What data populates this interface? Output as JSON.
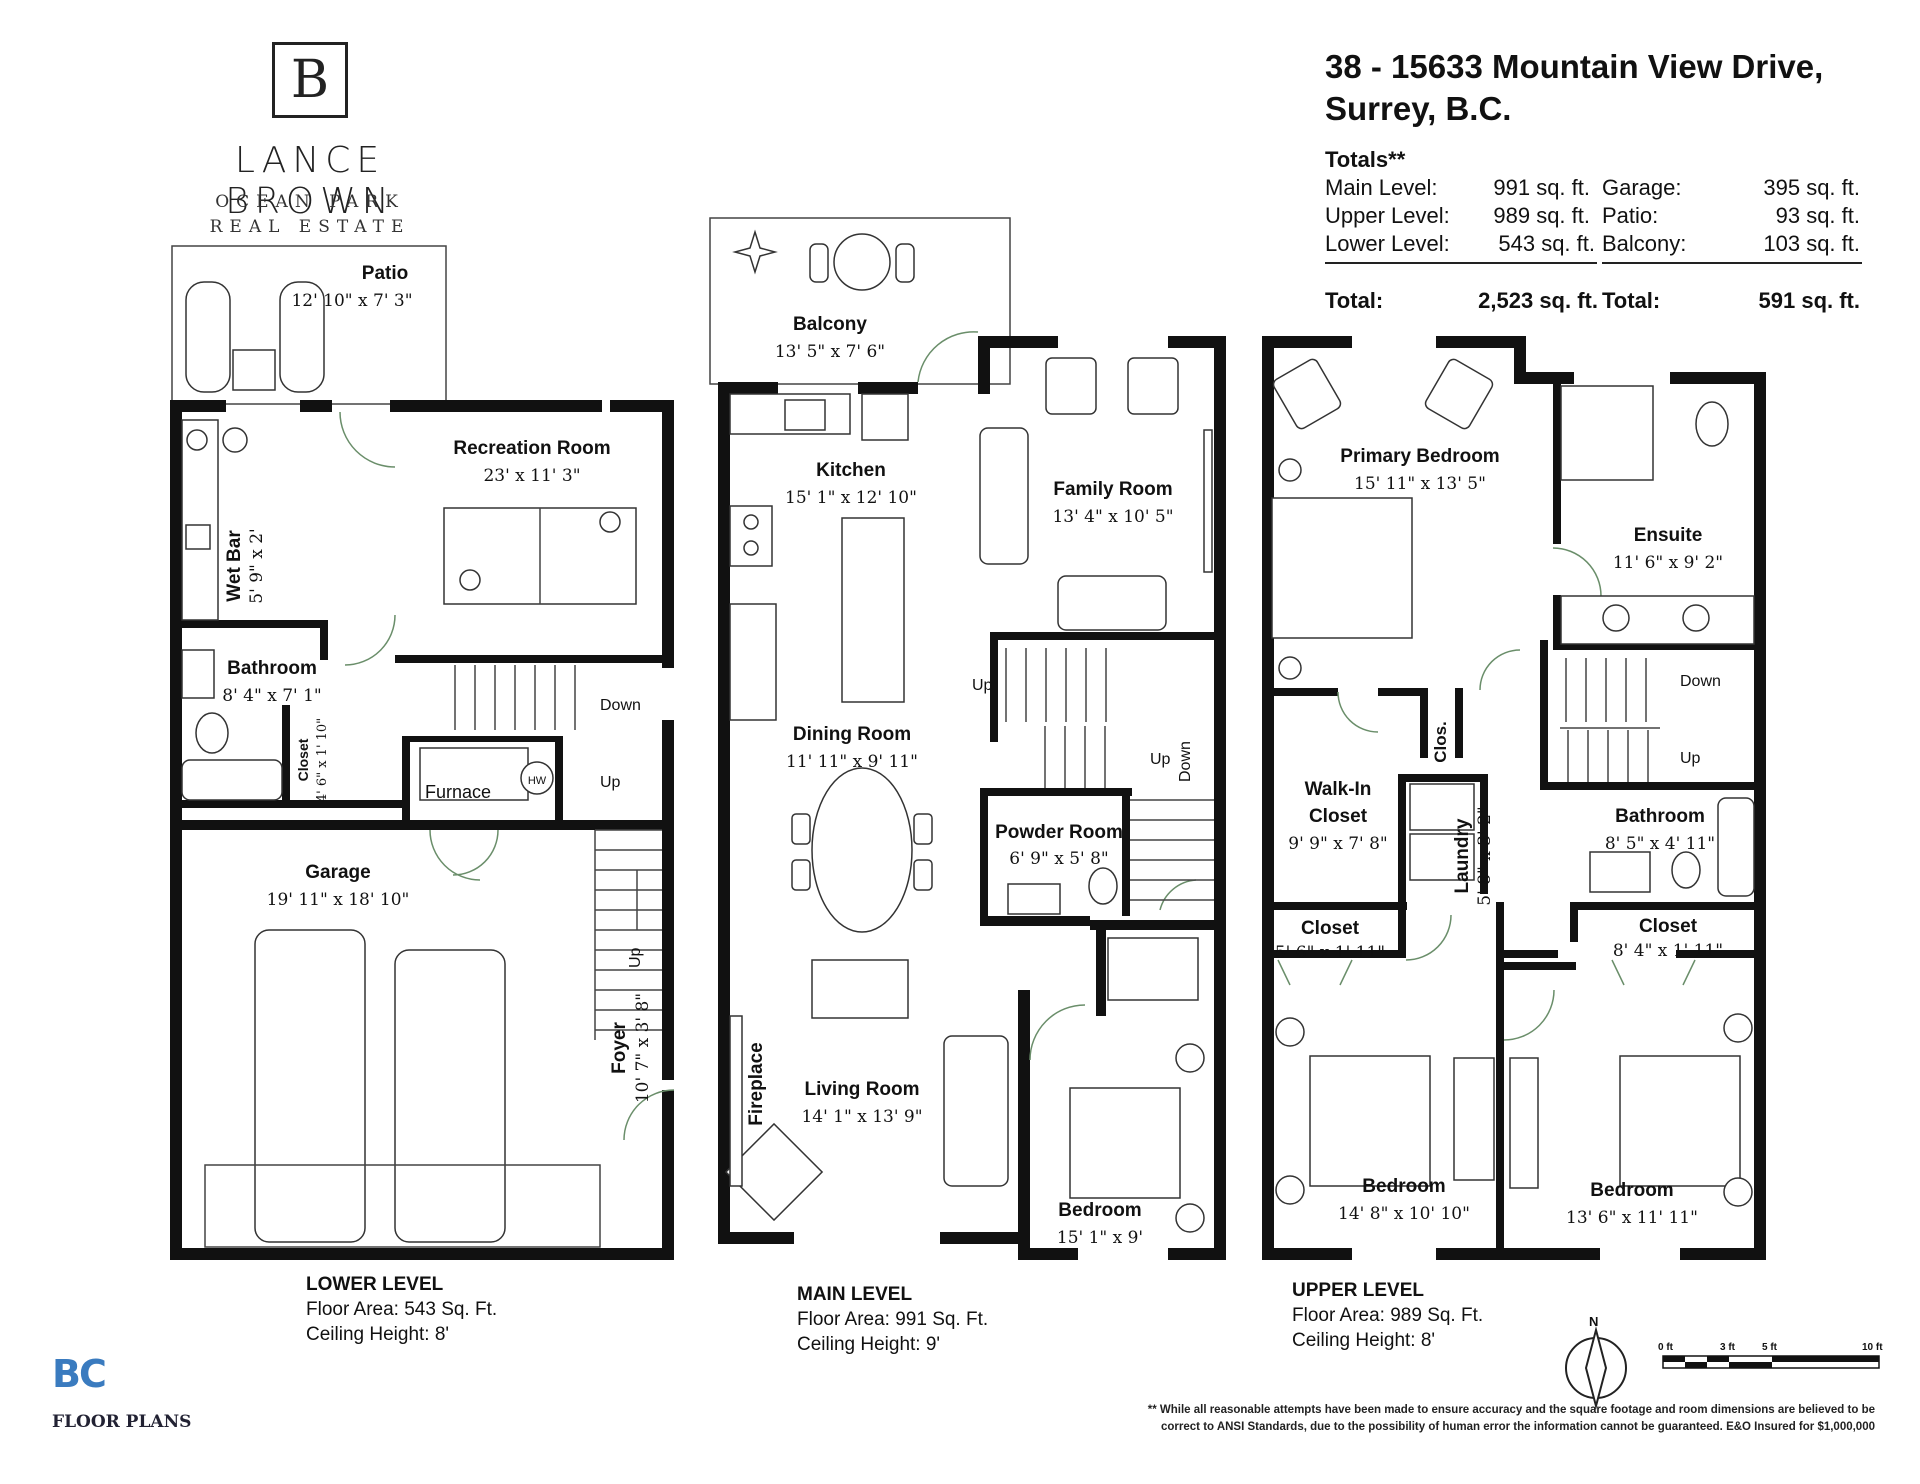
{
  "branding": {
    "logo_letter": "B",
    "name": "LANCE BROWN",
    "sub_line1": "OCEAN PARK",
    "sub_line2": "REAL ESTATE"
  },
  "address": {
    "line1": "38 - 15633 Mountain View Drive,",
    "line2": "Surrey, B.C."
  },
  "totals": {
    "heading": "Totals**",
    "living": [
      {
        "label": "Main Level:",
        "value": "991 sq. ft."
      },
      {
        "label": "Upper Level:",
        "value": "989 sq. ft."
      },
      {
        "label": "Lower Level:",
        "value": "543 sq. ft."
      }
    ],
    "living_total_label": "Total:",
    "living_total_value": "2,523 sq. ft.",
    "other": [
      {
        "label": "Garage:",
        "value": "395 sq. ft."
      },
      {
        "label": "Patio:",
        "value": "93 sq. ft."
      },
      {
        "label": "Balcony:",
        "value": "103 sq. ft."
      }
    ],
    "other_total_label": "Total:",
    "other_total_value": "591 sq. ft."
  },
  "rooms": {
    "patio": {
      "name": "Patio",
      "dim": "12' 10\" x 7' 3\""
    },
    "recreation": {
      "name": "Recreation Room",
      "dim": "23' x 11' 3\""
    },
    "wetbar": {
      "name": "Wet Bar",
      "dim": "5' 9\" x 2'"
    },
    "bath_lower": {
      "name": "Bathroom",
      "dim": "8' 4\" x 7' 1\""
    },
    "closet_lower": {
      "name": "Closet",
      "dim": "4' 6\" x 1' 10\""
    },
    "furnace": {
      "name": "Furnace"
    },
    "hw": {
      "name": "HW"
    },
    "garage": {
      "name": "Garage",
      "dim": "19' 11\" x 18' 10\""
    },
    "foyer": {
      "name": "Foyer",
      "dim": "10' 7\" x 3' 8\""
    },
    "balcony": {
      "name": "Balcony",
      "dim": "13' 5\" x 7' 6\""
    },
    "kitchen": {
      "name": "Kitchen",
      "dim": "15' 1\" x 12' 10\""
    },
    "family": {
      "name": "Family Room",
      "dim": "13' 4\" x 10' 5\""
    },
    "dining": {
      "name": "Dining Room",
      "dim": "11' 11\" x 9' 11\""
    },
    "powder": {
      "name": "Powder Room",
      "dim": "6' 9\" x 5' 8\""
    },
    "living": {
      "name": "Living Room",
      "dim": "14' 1\" x 13' 9\""
    },
    "fireplace": {
      "name": "Fireplace"
    },
    "bed_main": {
      "name": "Bedroom",
      "dim": "15' 1\" x 9'"
    },
    "primary": {
      "name": "Primary Bedroom",
      "dim": "15' 11\" x 13' 5\""
    },
    "ensuite": {
      "name": "Ensuite",
      "dim": "11' 6\" x 9' 2\""
    },
    "walkin_a": {
      "name": "Walk-In"
    },
    "walkin_b": {
      "name": "Closet",
      "dim": "9' 9\" x 7' 8\""
    },
    "clos": {
      "name": "Clos."
    },
    "laundry": {
      "name": "Laundry",
      "dim": "5' 8\" x 3' 2\""
    },
    "bath_upper": {
      "name": "Bathroom",
      "dim": "8' 5\" x 4' 11\""
    },
    "closet_u1": {
      "name": "Closet",
      "dim": "5' 6\" x 1' 11\""
    },
    "closet_u2": {
      "name": "Closet",
      "dim": "8' 4\" x 1' 11\""
    },
    "bed_u1": {
      "name": "Bedroom",
      "dim": "14' 8\" x 10' 10\""
    },
    "bed_u2": {
      "name": "Bedroom",
      "dim": "13' 6\" x 11' 11\""
    }
  },
  "stairs": {
    "up": "Up",
    "down": "Down"
  },
  "levels": {
    "lower": {
      "name": "LOWER LEVEL",
      "area": "Floor Area: 543 Sq. Ft.",
      "ceiling": "Ceiling Height: 8'"
    },
    "main": {
      "name": "MAIN LEVEL",
      "area": "Floor Area:  991 Sq. Ft.",
      "ceiling": "Ceiling Height: 9'"
    },
    "upper": {
      "name": "UPPER LEVEL",
      "area": "Floor Area: 989 Sq. Ft.",
      "ceiling": "Ceiling Height: 8'"
    }
  },
  "compass": {
    "north": "N"
  },
  "scale": {
    "t0": "0 ft",
    "t3": "3 ft",
    "t5": "5 ft",
    "t10": "10 ft"
  },
  "disclaimer": {
    "line1": "** While all reasonable attempts have been made to ensure accuracy and the square footage and room dimensions are believed to be",
    "line2": "correct to ANSI Standards, due to the possibility of human error the information cannot be guaranteed. E&O Insured for $1,000,000"
  },
  "footer_logo": {
    "mark": "BC",
    "text": "FLOOR PLANS"
  }
}
